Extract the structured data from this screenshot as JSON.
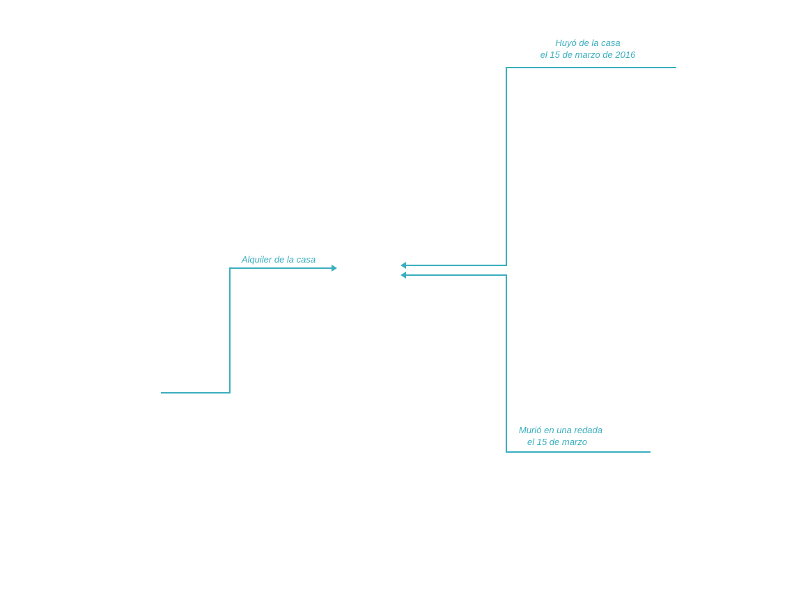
{
  "color": "#3aaebf",
  "labels": {
    "rent": "Alquiler de la casa",
    "fled_line1": "Huyó de la casa",
    "fled_line2": "el 15 de marzo de 2016",
    "died_line1": "Murió en una redada",
    "died_line2": "el 15 de marzo"
  }
}
